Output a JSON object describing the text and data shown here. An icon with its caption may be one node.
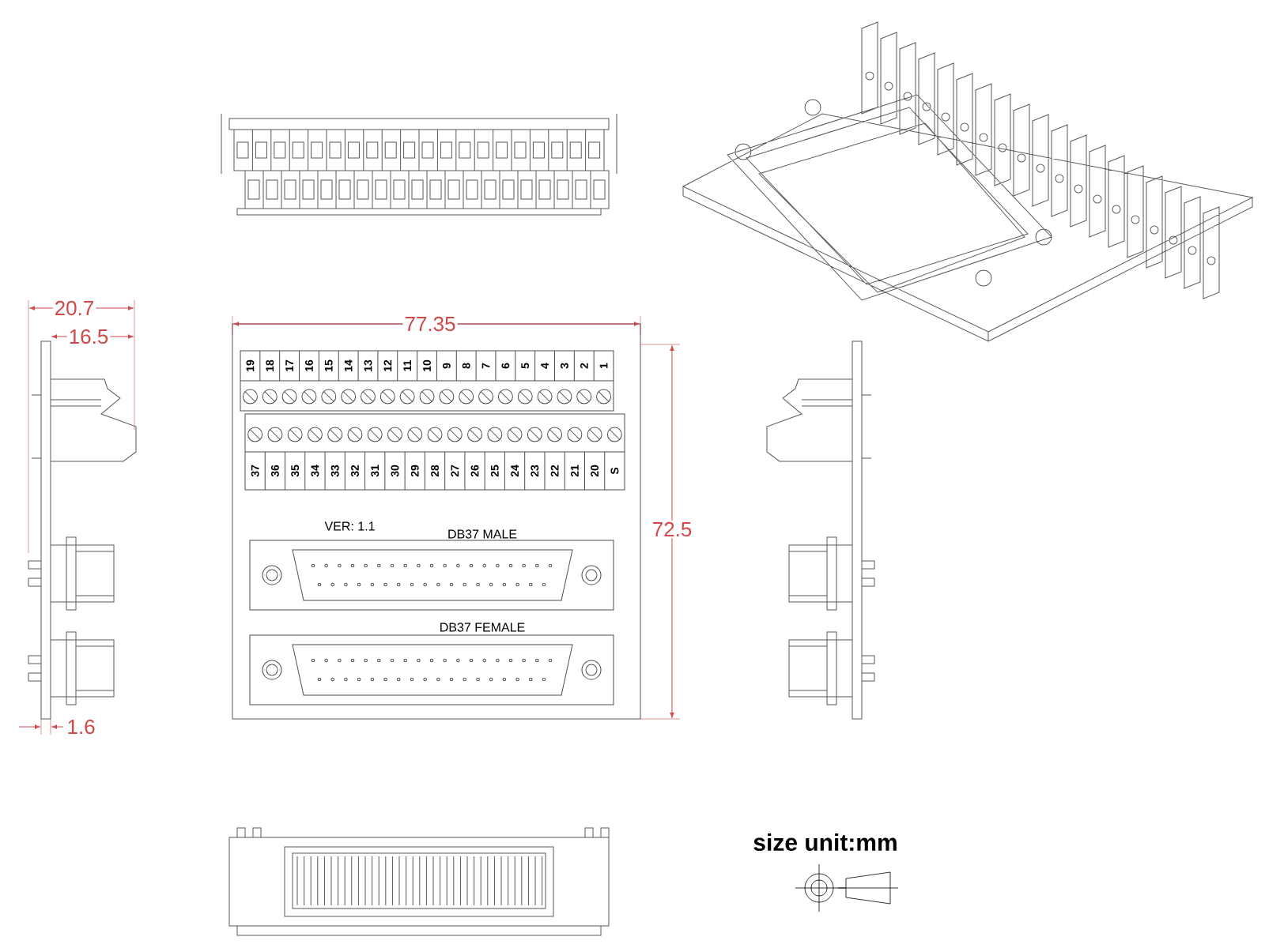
{
  "diagram": {
    "labels": [
      "20.7",
      "16.5",
      "77.35",
      "19",
      "18",
      "17",
      "16",
      "15",
      "14",
      "13",
      "12",
      "11",
      "10",
      "9",
      "8",
      "7",
      "6",
      "5",
      "4",
      "3",
      "2",
      "1",
      "37",
      "36",
      "35",
      "34",
      "33",
      "32",
      "31",
      "30",
      "29",
      "28",
      "27",
      "26",
      "25",
      "24",
      "23",
      "22",
      "21",
      "20",
      "S",
      "72.5",
      "VER: 1.1",
      "DB37 MALE",
      "DB37 FEMALE",
      "1.6",
      "size unit:mm"
    ]
  }
}
